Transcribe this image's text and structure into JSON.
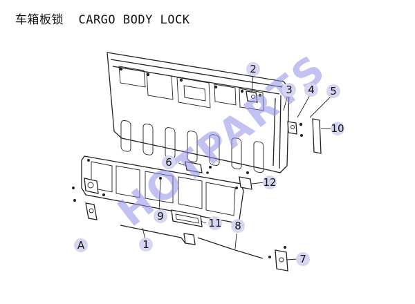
{
  "title": "车箱板锁  CARGO BODY LOCK",
  "watermark": "HOTPARTS",
  "callouts": [
    {
      "label": "1"
    },
    {
      "label": "2"
    },
    {
      "label": "3"
    },
    {
      "label": "4"
    },
    {
      "label": "5"
    },
    {
      "label": "6"
    },
    {
      "label": "7"
    },
    {
      "label": "8"
    },
    {
      "label": "9"
    },
    {
      "label": "10"
    },
    {
      "label": "11"
    },
    {
      "label": "12"
    },
    {
      "label": "A"
    }
  ],
  "colors": {
    "callout_bg": "#d6d6f2",
    "watermark": "#8f8fe8",
    "line": "#222222"
  }
}
